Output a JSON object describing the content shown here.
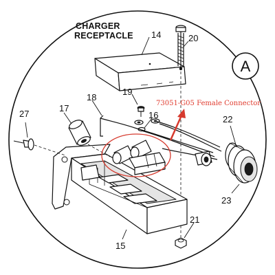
{
  "diagram": {
    "title_line1": "CHARGER",
    "title_line2": "RECEPTACLE",
    "badge": "A",
    "annotation": {
      "text": "73051-G05 Female Connector",
      "color": "#e03c2f"
    },
    "callouts": {
      "p14": "14",
      "p15": "15",
      "p16": "16",
      "p17": "17",
      "p18": "18",
      "p19": "19",
      "p20": "20",
      "p21": "21",
      "p22": "22",
      "p23": "23",
      "p27": "27"
    },
    "highlight_color": "#d63a2e",
    "line_color": "#111111"
  }
}
